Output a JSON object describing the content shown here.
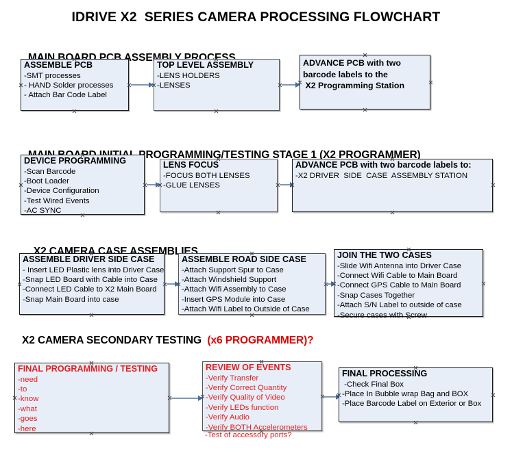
{
  "document": {
    "title": "IDRIVE X2  SERIES CAMERA PROCESSING FLOWCHART"
  },
  "colors": {
    "box_fill": "#e8eef8",
    "box_border": "#1a1a1a",
    "arrow": "#7f97b5",
    "arrow_head": "#3f6fa8",
    "accent_red": "#e02020",
    "text": "#000000"
  },
  "sections": [
    {
      "id": "main-board-pcb-assembly",
      "heading": "MAIN BOARD PCB ASSEMBLY PROCESS",
      "heading_accent": "",
      "nodes": [
        {
          "id": "assemble-pcb",
          "title": "ASSEMBLE PCB",
          "lines": [
            "-SMT processes",
            "- HAND Solder processes",
            "- Attach Bar Code Label"
          ],
          "bold_lines": false,
          "red": false
        },
        {
          "id": "top-level-assembly",
          "title": "TOP LEVEL ASSEMBLY",
          "lines": [
            "-LENS HOLDERS",
            "-LENSES"
          ],
          "bold_lines": false,
          "red": false
        },
        {
          "id": "advance-pcb-to-programming-station",
          "title": "ADVANCE PCB with two",
          "lines": [
            "barcode labels to the",
            " X2 Programming Station"
          ],
          "bold_lines": true,
          "red": false
        }
      ]
    },
    {
      "id": "main-board-initial-programming",
      "heading": "MAIN BOARD INITIAL PROGRAMMING/TESTING STAGE 1 (X2 PROGRAMMER)",
      "heading_accent": "",
      "nodes": [
        {
          "id": "device-programming",
          "title": "DEVICE PROGRAMMING",
          "lines": [
            "-Scan Barcode",
            "-Boot Loader",
            "-Device Configuration",
            "-Test Wired Events",
            "-AC SYNC"
          ],
          "bold_lines": false,
          "red": false
        },
        {
          "id": "lens-focus",
          "title": "LENS FOCUS",
          "lines": [
            "-FOCUS BOTH LENSES",
            "-GLUE LENSES"
          ],
          "bold_lines": false,
          "red": false
        },
        {
          "id": "advance-pcb-to-driver-side-case",
          "title": "ADVANCE PCB with two barcode labels to:",
          "lines": [
            "-X2 DRIVER  SIDE  CASE  ASSEMBLY STATION"
          ],
          "bold_lines": false,
          "red": false
        }
      ]
    },
    {
      "id": "x2-camera-case-assemblies",
      "heading": "X2 CAMERA CASE ASSEMBLIES",
      "heading_accent": "",
      "nodes": [
        {
          "id": "assemble-driver-side-case",
          "title": "ASSEMBLE DRIVER SIDE CASE",
          "lines": [
            "- Insert LED Plastic lens into Driver Case",
            "-Snap LED Board with Cable into Case",
            "-Connect LED Cable to X2 Main Board",
            "-Snap Main Board into case"
          ],
          "bold_lines": false,
          "red": false
        },
        {
          "id": "assemble-road-side-case",
          "title": "ASSEMBLE ROAD SIDE CASE",
          "lines": [
            "-Attach Support Spur to Case",
            "-Attach Windshield Support",
            "-Attach Wifi Assembly to Case",
            "-Insert GPS Module into Case",
            "-Attach Wifi Label to Outside of Case"
          ],
          "bold_lines": false,
          "red": false
        },
        {
          "id": "join-the-two-cases",
          "title": "JOIN THE TWO CASES",
          "lines": [
            "-Slide Wifi Antenna into Driver Case",
            "-Connect Wifi Cable to Main Board",
            "-Connect GPS Cable to Main Board",
            "-Snap Cases Together",
            "-Attach S/N Label to outside of case",
            "-Secure cases with Screw"
          ],
          "bold_lines": false,
          "red": false
        }
      ]
    },
    {
      "id": "x2-camera-secondary-testing",
      "heading": "X2 CAMERA SECONDARY TESTING ",
      "heading_accent": " (x6 PROGRAMMER)?",
      "nodes": [
        {
          "id": "final-programming-testing",
          "title": "FINAL PROGRAMMING / TESTING",
          "lines": [
            "-need",
            "-to",
            "-know",
            "-what",
            "-goes",
            "-here"
          ],
          "bold_lines": false,
          "red": true
        },
        {
          "id": "review-of-events",
          "title": "REVIEW OF EVENTS",
          "lines": [
            "-Verify Transfer",
            "-Verify Correct Quantity",
            "-Verify Quality of Video",
            "-Verify LEDs function",
            "-Verify Audio",
            "-Verify BOTH Accelerometers"
          ],
          "overflow_line": "-Test of accessory ports?",
          "bold_lines": false,
          "red": true
        },
        {
          "id": "final-processing",
          "title": "FINAL PROCESSING",
          "lines": [
            " -Check Final Box",
            "-Place In Bubble wrap Bag and BOX",
            "-Place Barcode Label on Exterior or Box"
          ],
          "bold_lines": false,
          "red": false
        }
      ]
    }
  ]
}
